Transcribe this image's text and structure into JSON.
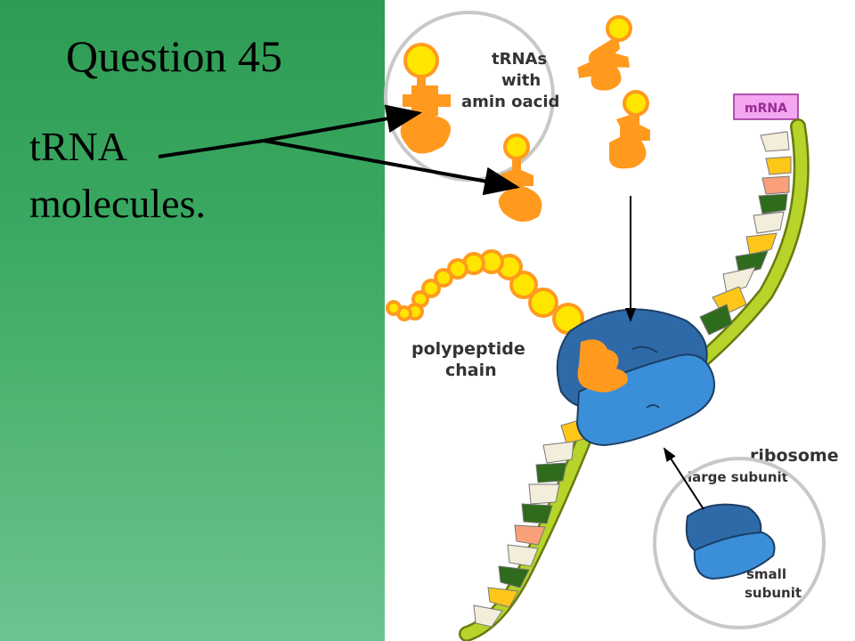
{
  "slide": {
    "title": "Question 45",
    "answer_line1": "tRNA",
    "answer_line2": "molecules."
  },
  "diagram": {
    "labels": {
      "trna_line1": "tRNAs",
      "trna_line2": "with",
      "trna_line3": "amin oacid",
      "mrna": "mRNA",
      "polypeptide_line1": "polypeptide",
      "polypeptide_line2": "chain",
      "ribosome": "ribosome",
      "large_subunit": "large subunit",
      "small_line1": "small",
      "small_line2": "subunit"
    },
    "colors": {
      "panel_green": "#3aa862",
      "trna_orange": "#ff9a1f",
      "amino_yellow": "#ffe600",
      "ribosome_dark_blue": "#2f6aa8",
      "ribosome_light_blue": "#3b8fd8",
      "mrna_backbone": "#a8c81e",
      "mrna_box_fill": "#f4a6f0",
      "mrna_box_text": "#9a2a94"
    }
  }
}
